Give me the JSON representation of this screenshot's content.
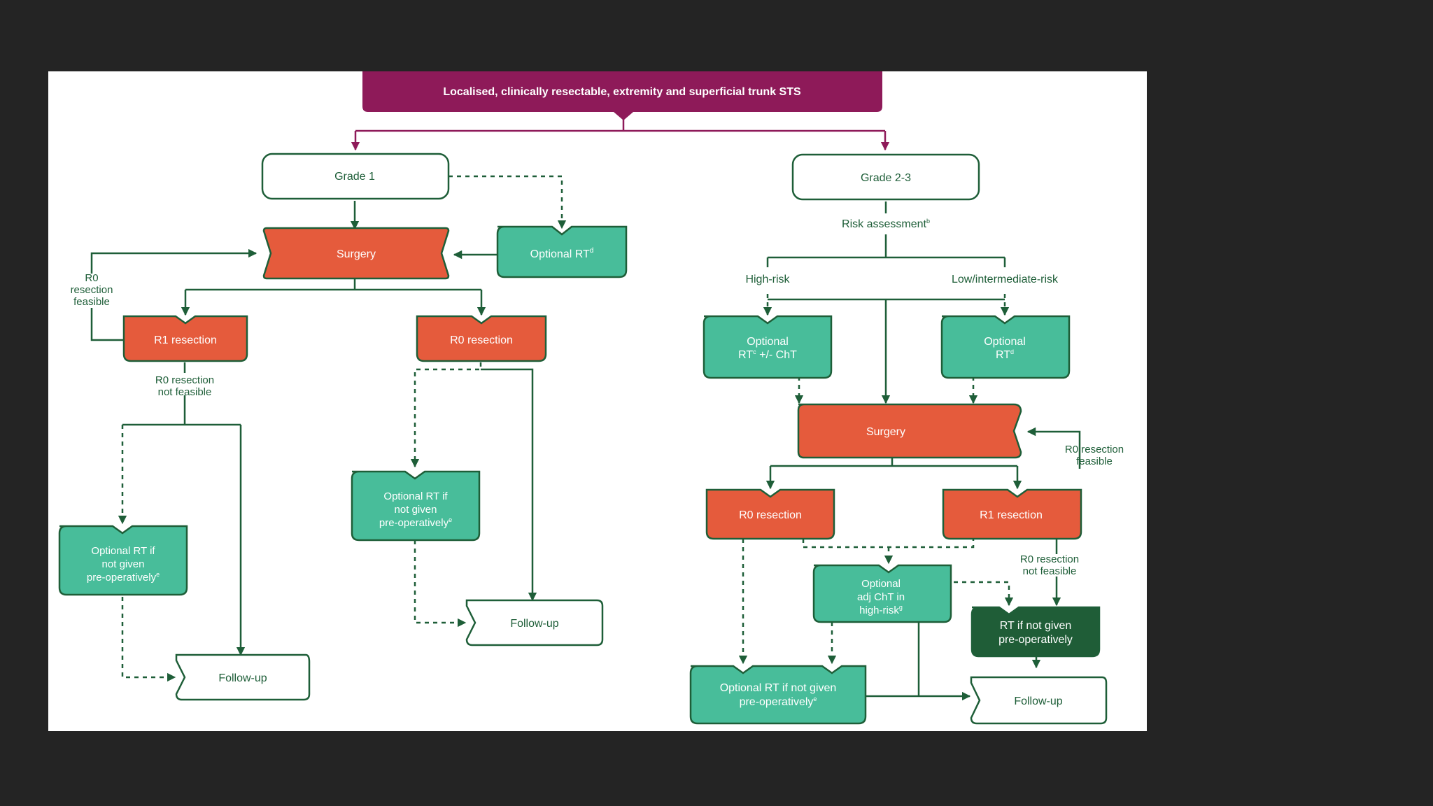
{
  "colors": {
    "background": "#242424",
    "canvas": "#ffffff",
    "title": "#8e1a59",
    "green": "#1e5e38",
    "teal": "#48bd9a",
    "coral": "#e55b3c",
    "dark_green": "#1f5d37",
    "text_dark": "#1e5e38",
    "text_light": "#ffffff"
  },
  "flowchart": {
    "title": "Localised, clinically resectable, extremity and superficial trunk STS",
    "left": {
      "grade": "Grade 1",
      "surgery": "Surgery",
      "optional_rt": "Optional RT",
      "optional_rt_sup": "d",
      "r0_feasible": [
        "R0",
        "resection",
        "feasible"
      ],
      "r1": "R1 resection",
      "r0": "R0 resection",
      "r0_not_feasible": [
        "R0 resection",
        "not feasible"
      ],
      "rt_if_not_given_1": [
        "Optional RT if",
        "not given",
        "pre-operatively"
      ],
      "rt_if_not_given_1_sup": "e",
      "rt_if_not_given_2": [
        "Optional RT if",
        "not given",
        "pre-operatively"
      ],
      "rt_if_not_given_2_sup": "e",
      "followup_1": "Follow-up",
      "followup_2": "Follow-up"
    },
    "right": {
      "grade": "Grade 2-3",
      "risk_assessment": "Risk assessment",
      "risk_assessment_sup": "b",
      "high_risk": "High-risk",
      "low_risk": "Low/intermediate-risk",
      "optional_rt_cht": [
        "Optional",
        "RT",
        " +/- ChT"
      ],
      "optional_rt_cht_sup": "c",
      "optional_rt": [
        "Optional",
        "RT"
      ],
      "optional_rt_sup": "d",
      "surgery": "Surgery",
      "r0_feasible": [
        "R0 resection",
        "feasible"
      ],
      "r0": "R0 resection",
      "r1": "R1 resection",
      "r0_not_feasible": [
        "R0 resection",
        "not feasible"
      ],
      "adj_cht": [
        "Optional",
        "adj ChT in",
        "high-risk"
      ],
      "adj_cht_sup": "g",
      "rt_if_not_given_dark": [
        "RT if not given",
        "pre-operatively"
      ],
      "rt_if_not_given_opt": [
        "Optional RT if not given",
        "pre-operatively"
      ],
      "rt_if_not_given_opt_sup": "e",
      "followup": "Follow-up"
    }
  }
}
